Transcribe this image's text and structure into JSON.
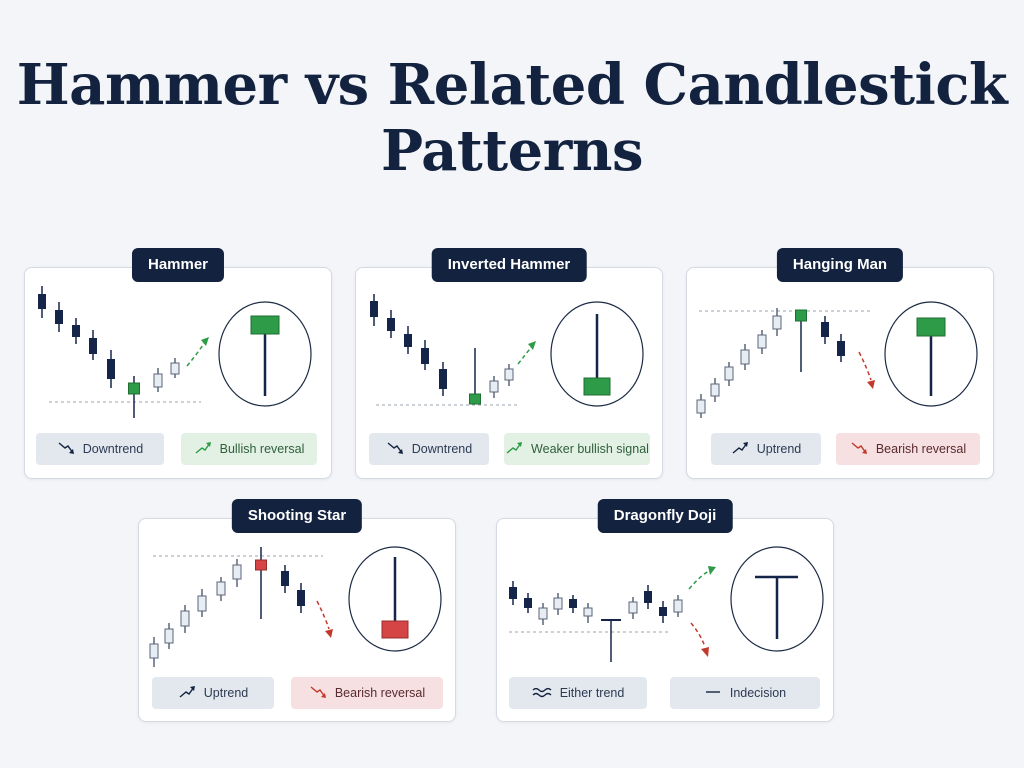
{
  "title": {
    "line1": "Hammer vs Related Candlestick",
    "line2": "Patterns"
  },
  "colors": {
    "navy": "#13233f",
    "bullish": "#2e9b48",
    "bearish": "#d64545",
    "hollow": "#e8edf3",
    "dark_candle": "#15254a"
  },
  "patterns": [
    {
      "name": "Hammer",
      "trend_label": "Downtrend",
      "trend_icon": "trend-down-arrow-icon",
      "signal_label": "Bullish reversal",
      "signal_icon": "trend-up-arrow-icon",
      "signal_tone": "green"
    },
    {
      "name": "Inverted Hammer",
      "trend_label": "Downtrend",
      "trend_icon": "trend-down-arrow-icon",
      "signal_label": "Weaker bullish signal",
      "signal_icon": "trend-up-arrow-icon",
      "signal_tone": "green"
    },
    {
      "name": "Hanging Man",
      "trend_label": "Uptrend",
      "trend_icon": "trend-up-arrow-icon",
      "signal_label": "Bearish reversal",
      "signal_icon": "trend-down-arrow-icon",
      "signal_tone": "red"
    },
    {
      "name": "Shooting Star",
      "trend_label": "Uptrend",
      "trend_icon": "trend-up-arrow-icon",
      "signal_label": "Bearish reversal",
      "signal_icon": "trend-down-arrow-icon",
      "signal_tone": "red"
    },
    {
      "name": "Dragonfly Doji",
      "trend_label": "Either trend",
      "trend_icon": "wave-icon",
      "signal_label": "Indecision",
      "signal_icon": "dash-icon",
      "signal_tone": "neutral"
    }
  ]
}
